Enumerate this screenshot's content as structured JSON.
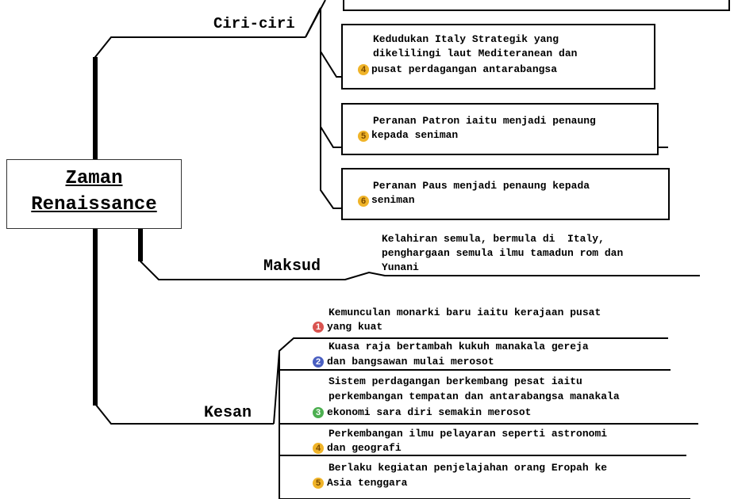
{
  "central": {
    "line1": "Zaman",
    "line2": "Renaissance"
  },
  "branches": {
    "ciri": "Ciri-ciri",
    "maksud": "Maksud",
    "kesan": "Kesan"
  },
  "ciri_items": [
    {
      "num": "4",
      "line1": "Kedudukan Italy Strategik yang",
      "line2": "dikelilingi laut Mediteranean dan",
      "line3": "pusat perdagangan antarabangsa"
    },
    {
      "num": "5",
      "line1": "Peranan Patron iaitu menjadi penaung",
      "line2": "kepada seniman"
    },
    {
      "num": "6",
      "line1": "Peranan Paus menjadi penaung kepada",
      "line2": "seniman"
    }
  ],
  "maksud_text": {
    "line1": "Kelahiran semula, bermula di  Italy,",
    "line2": "penghargaan semula ilmu tamadun rom dan",
    "line3": "Yunani"
  },
  "kesan_items": [
    {
      "num": "1",
      "line1": "Kemunculan monarki baru iaitu kerajaan pusat",
      "line2": "yang kuat"
    },
    {
      "num": "2",
      "line1": "Kuasa raja bertambah kukuh manakala gereja",
      "line2": "dan bangsawan mulai merosot"
    },
    {
      "num": "3",
      "line1": "Sistem perdagangan berkembang pesat iaitu",
      "line2": "perkembangan tempatan dan antarabangsa manakala",
      "line3": "ekonomi sara diri semakin merosot"
    },
    {
      "num": "4",
      "line1": "Perkembangan ilmu pelayaran seperti astronomi",
      "line2": "dan geografi"
    },
    {
      "num": "5",
      "line1": "Berlaku kegiatan penjelajahan orang Eropah ke",
      "line2": "Asia tenggara"
    }
  ],
  "colors": {
    "red": "#d9534f",
    "blue": "#4a5fc1",
    "green": "#4caf50",
    "orange": "#f0b429"
  }
}
